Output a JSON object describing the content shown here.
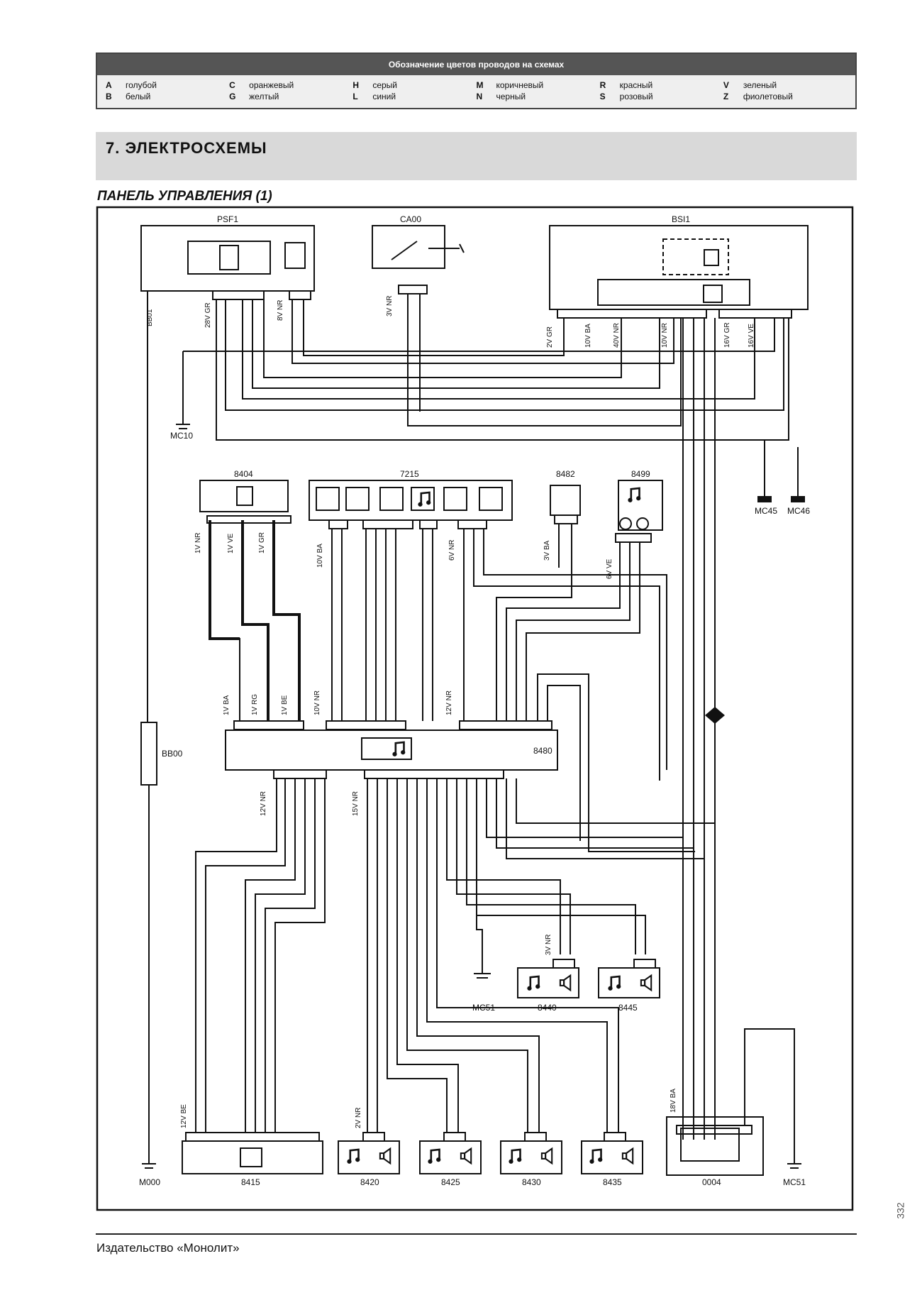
{
  "legend": {
    "title": "Обозначение цветов проводов на схемах",
    "items": [
      {
        "code": "A",
        "name": "голубой"
      },
      {
        "code": "C",
        "name": "оранжевый"
      },
      {
        "code": "H",
        "name": "серый"
      },
      {
        "code": "M",
        "name": "коричневый"
      },
      {
        "code": "R",
        "name": "красный"
      },
      {
        "code": "V",
        "name": "зеленый"
      },
      {
        "code": "B",
        "name": "белый"
      },
      {
        "code": "G",
        "name": "желтый"
      },
      {
        "code": "L",
        "name": "синий"
      },
      {
        "code": "N",
        "name": "черный"
      },
      {
        "code": "S",
        "name": "розовый"
      },
      {
        "code": "Z",
        "name": "фиолетовый"
      }
    ]
  },
  "section": {
    "title": "7.  ЭЛЕКТРОСХЕМЫ"
  },
  "subtitle": "ПАНЕЛЬ УПРАВЛЕНИЯ (1)",
  "components": {
    "psf1": "PSF1",
    "ca00": "CA00",
    "bsi1": "BSI1",
    "c8404": "8404",
    "c7215": "7215",
    "c8482": "8482",
    "c8499": "8499",
    "c8480": "8480",
    "c8415": "8415",
    "c8420": "8420",
    "c8425": "8425",
    "c8430": "8430",
    "c8435": "8435",
    "c8440": "8440",
    "c8445": "8445",
    "c0004": "0004",
    "bb00": "BB00",
    "mc10": "MC10",
    "mc45": "MC45",
    "mc46": "MC46",
    "mc51a": "MC51",
    "mc51b": "MC51",
    "m000": "M000"
  },
  "wire_labels": {
    "psf1_left": "28V GR",
    "psf1_right": "8V NR",
    "ca00": "3V NR",
    "bsi_a": "2V GR",
    "bsi_b": "10V BA",
    "bsi_c": "40V NR",
    "bsi_d": "10V NR",
    "bsi_e": "16V GR",
    "bsi_f": "16V VE",
    "ant1": "1V NR",
    "ant2": "1V VE",
    "ant3": "1V GR",
    "ant4": "1V BA",
    "ant5": "1V RG",
    "ant6": "1V BE",
    "c7215a": "10V BA",
    "c7215b": "6V NR",
    "c8482": "3V BA",
    "c8499": "6V VE",
    "c8480_top_a": "10V NR",
    "c8480_top_b": "12V NR",
    "c8480_bot_a": "12V NR",
    "c8480_bot_b": "15V NR",
    "c8415": "12V BE",
    "spk": "2V NR",
    "c8440": "3V NR",
    "c0004": "18V BA",
    "bb01": "BB01"
  },
  "footer": "Издательство «Монолит»",
  "page_number": "332"
}
